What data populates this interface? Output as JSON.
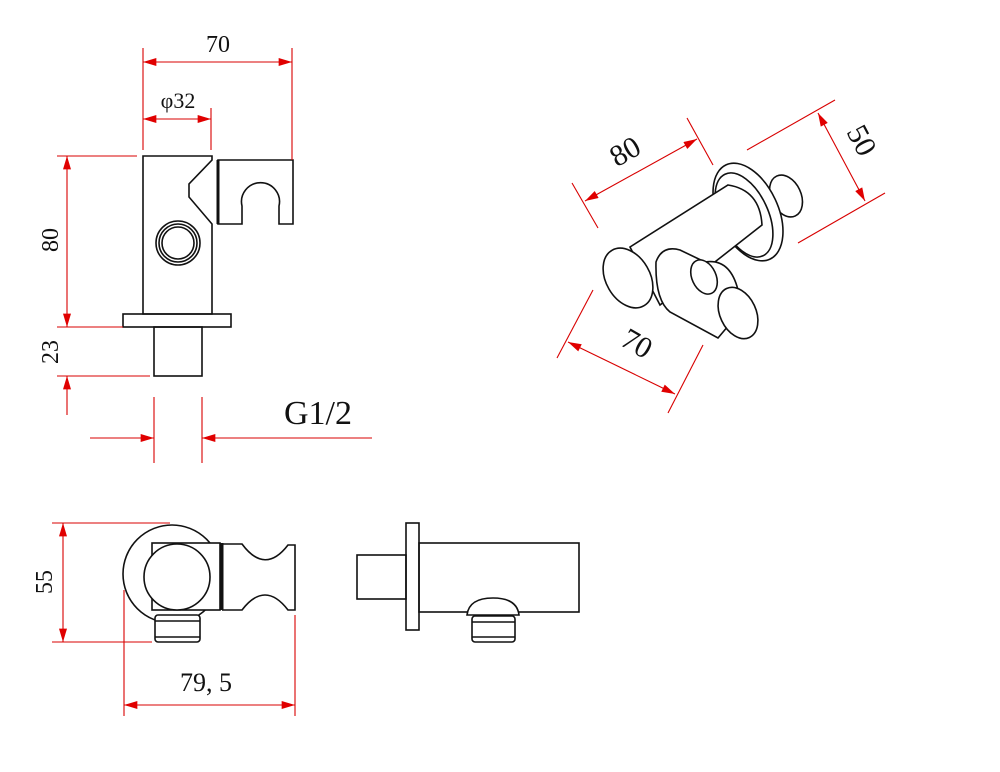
{
  "colors": {
    "dimension": "#d80000",
    "outline": "#111111",
    "background": "#ffffff"
  },
  "front_view": {
    "width_total": "70",
    "body_diameter": "φ32",
    "body_height": "80",
    "thread_length": "23",
    "thread_spec": "G1/2"
  },
  "iso_view": {
    "length": "80",
    "depth": "50",
    "width": "70"
  },
  "top_view": {
    "height": "55",
    "width": "79, 5"
  }
}
